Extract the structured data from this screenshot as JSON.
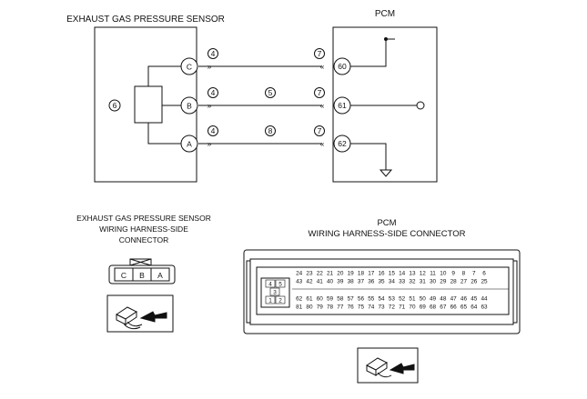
{
  "sensor": {
    "title": "EXHAUST GAS PRESSURE SENSOR",
    "body_ref": "6"
  },
  "pcm": {
    "title": "PCM"
  },
  "wires": [
    {
      "sensor_pin": "C",
      "sensor_ref": "4",
      "wire_ref": "",
      "pcm_ref": "7",
      "pcm_pin": "60"
    },
    {
      "sensor_pin": "B",
      "sensor_ref": "4",
      "wire_ref": "5",
      "pcm_ref": "7",
      "pcm_pin": "61"
    },
    {
      "sensor_pin": "A",
      "sensor_ref": "4",
      "wire_ref": "8",
      "pcm_ref": "7",
      "pcm_pin": "62"
    }
  ],
  "sensor_connector": {
    "caption": [
      "EXHAUST GAS PRESSURE SENSOR",
      "WIRING HARNESS-SIDE",
      "CONNECTOR"
    ],
    "pins": [
      "C",
      "B",
      "A"
    ]
  },
  "pcm_connector": {
    "caption": [
      "PCM",
      "WIRING HARNESS-SIDE CONNECTOR"
    ],
    "small_block": {
      "top": [
        "4",
        "5"
      ],
      "middle": [
        "3"
      ],
      "bottom": [
        "1",
        "2"
      ]
    },
    "rows": [
      [
        "24",
        "23",
        "22",
        "21",
        "20",
        "19",
        "18",
        "17",
        "16",
        "15",
        "14",
        "13",
        "12",
        "11",
        "10",
        "9",
        "8",
        "7",
        "6"
      ],
      [
        "43",
        "42",
        "41",
        "40",
        "39",
        "38",
        "37",
        "36",
        "35",
        "34",
        "33",
        "32",
        "31",
        "30",
        "29",
        "28",
        "27",
        "26",
        "25"
      ],
      [
        "62",
        "61",
        "60",
        "59",
        "58",
        "57",
        "56",
        "55",
        "54",
        "53",
        "52",
        "51",
        "50",
        "49",
        "48",
        "47",
        "46",
        "45",
        "44"
      ],
      [
        "81",
        "80",
        "79",
        "78",
        "77",
        "76",
        "75",
        "74",
        "73",
        "72",
        "71",
        "70",
        "69",
        "68",
        "67",
        "66",
        "65",
        "64",
        "63"
      ]
    ]
  }
}
